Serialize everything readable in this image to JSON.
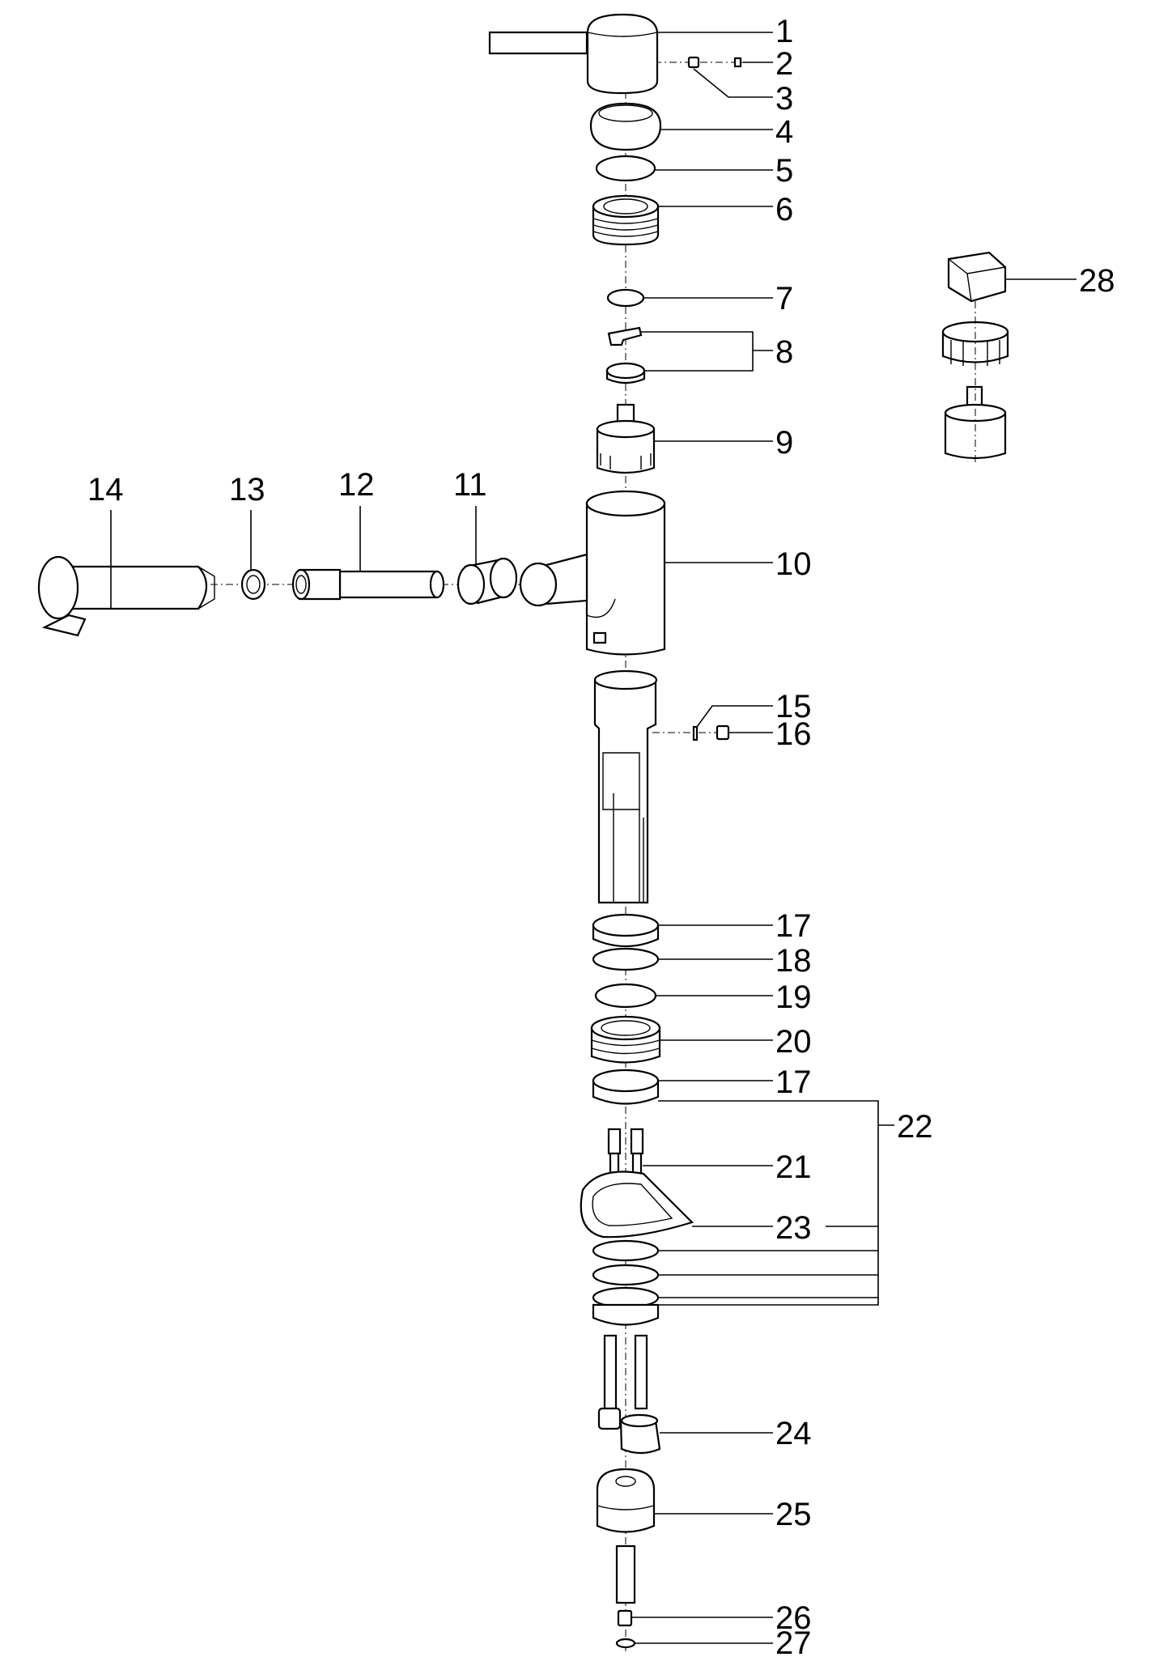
{
  "diagram": {
    "part_numbers": [
      "1",
      "2",
      "3",
      "4",
      "5",
      "6",
      "7",
      "8",
      "9",
      "10",
      "11",
      "12",
      "13",
      "14",
      "15",
      "16",
      "17",
      "18",
      "19",
      "20",
      "17",
      "22",
      "21",
      "23",
      "24",
      "25",
      "26",
      "27",
      "28"
    ]
  }
}
